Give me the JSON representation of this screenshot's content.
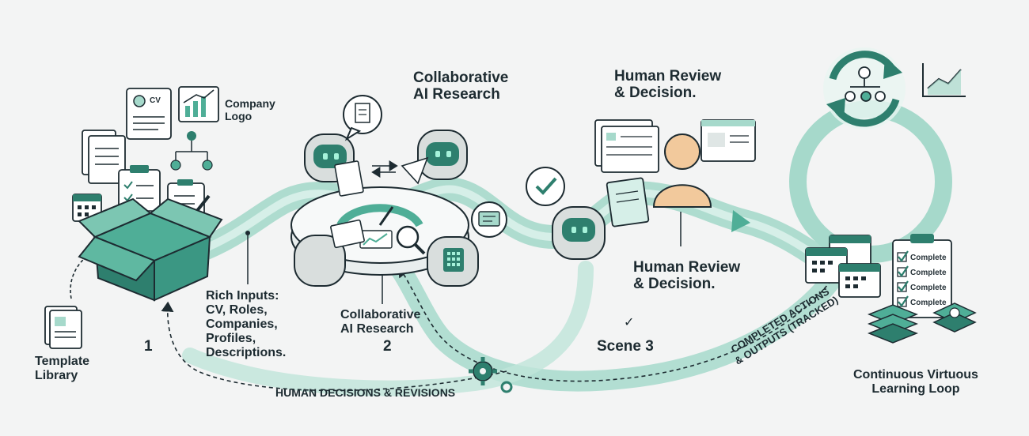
{
  "colors": {
    "background": "#f3f4f4",
    "teal_dark": "#2e7f6e",
    "teal_mid": "#4fae97",
    "teal_light": "#a6d9cb",
    "ink": "#1d2b31",
    "person_skin": "#f2c99c"
  },
  "icons": [
    "cv-document-icon",
    "company-logo-chart-icon",
    "template-library-icon",
    "open-box-icon",
    "robot-agent-icon",
    "person-reviewer-icon",
    "checkmark-icon",
    "gear-icon",
    "calendar-icon",
    "checklist-icon",
    "cycle-arrows-icon",
    "trend-chart-icon"
  ],
  "scene1": {
    "cv_label": "CV",
    "company_logo": "Company\nLogo",
    "template_library": "Template\nLibrary",
    "rich_inputs": "Rich Inputs:\nCV, Roles,\nCompanies,\nProfiles,\nDescriptions.",
    "number": "1"
  },
  "scene2": {
    "title_top": "Collaborative\nAI Research",
    "title_bottom": "Collaborative\nAI Research",
    "number": "2"
  },
  "scene3": {
    "title_top": "Human Review\n& Decision.",
    "title_mid": "Human Review\n& Decision.",
    "check": "✓",
    "label": "Scene 3"
  },
  "loop": {
    "human_decisions": "HUMAN DECISIONS & REVISIONS",
    "completed": "COMPLETED ACTIONS\n& OUTPUTS (TRACKED)",
    "continuous": "Continuous Virtuous\nLearning Loop",
    "complete_items": [
      "Complete",
      "Complete",
      "Complete",
      "Complete"
    ]
  }
}
